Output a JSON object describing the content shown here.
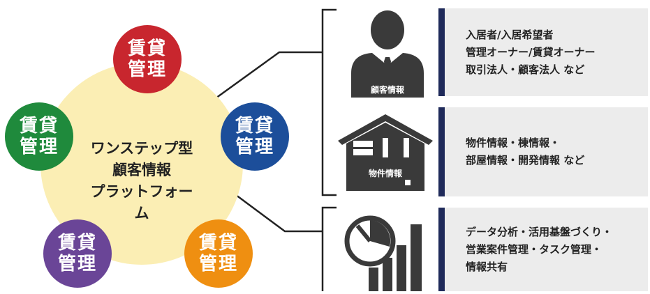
{
  "center": {
    "line1": "ワンステップ型",
    "line2": "顧客情報",
    "line3": "プラットフォーム"
  },
  "nodes": [
    {
      "line1": "賃貸",
      "line2": "管理",
      "color": "#c8262e"
    },
    {
      "line1": "賃貸",
      "line2": "管理",
      "color": "#1f8a3c"
    },
    {
      "line1": "賃貸",
      "line2": "管理",
      "color": "#1c4e9a"
    },
    {
      "line1": "賃貸",
      "line2": "管理",
      "color": "#6a4597"
    },
    {
      "line1": "賃貸",
      "line2": "管理",
      "color": "#ef8f11"
    }
  ],
  "icons": {
    "customer_label": "顧客情報",
    "property_label": "物件情報"
  },
  "info_boxes": [
    {
      "lines": [
        "入居者/入居希望者",
        "管理オーナー/賃貸オーナー",
        "取引法人・顧客法人 など"
      ]
    },
    {
      "lines": [
        "物件情報・棟情報・",
        "部屋情報・開発情報 など"
      ]
    },
    {
      "lines": [
        "データ分析・活用基盤づくり・",
        "営業案件管理・タスク管理・",
        "情報共有"
      ]
    }
  ],
  "colors": {
    "hub": "#fbeeb4",
    "icon_gray": "#3a3a3a",
    "info_bg": "#ececec",
    "info_accent": "#1f2a5a"
  }
}
